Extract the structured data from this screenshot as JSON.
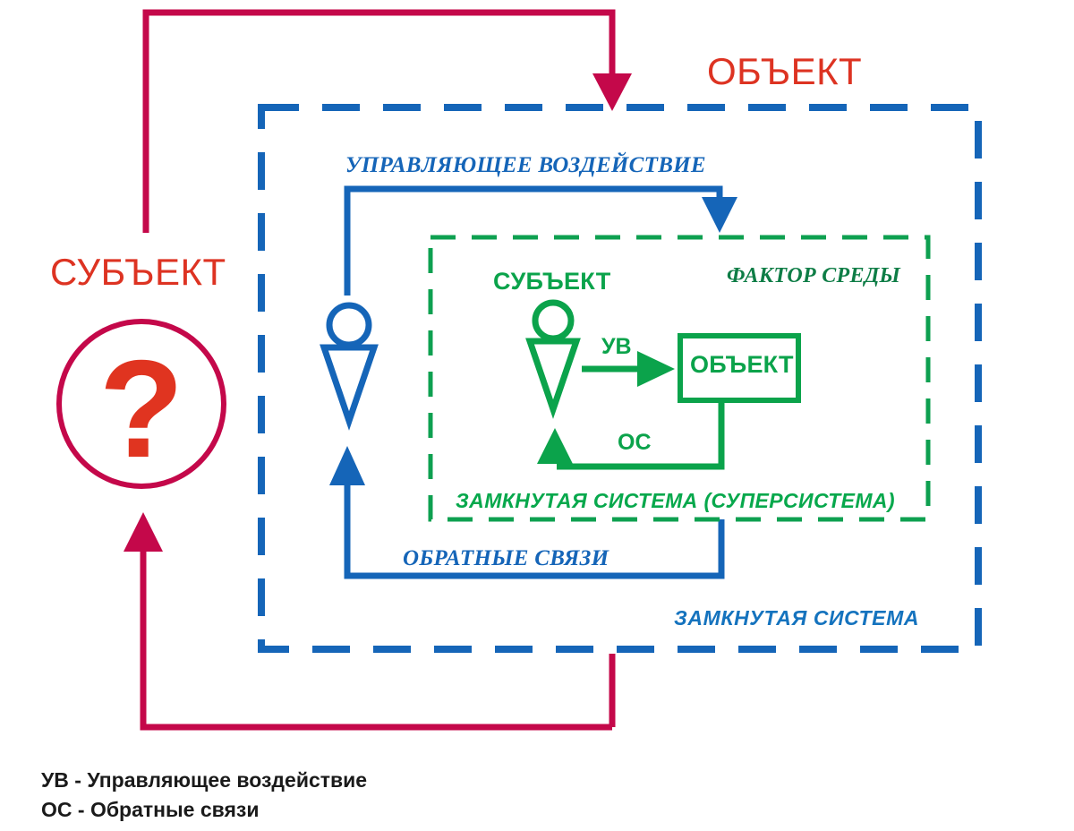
{
  "diagram": {
    "title_outer_subject": "СУБЪЕКТ",
    "title_outer_object": "ОБЪЕКТ",
    "blue_control_label": "УПРАВЛЯЮЩЕЕ ВОЗДЕЙСТВИЕ",
    "blue_feedback_label": "ОБРАТНЫЕ СВЯЗИ",
    "blue_system_label": "ЗАМКНУТАЯ СИСТЕМА",
    "green_subject_label": "СУБЪЕКТ",
    "green_factor_label": "ФАКТОР СРЕДЫ",
    "green_system_label": "ЗАМКНУТАЯ СИСТЕМА (СУПЕРСИСТЕМА)",
    "green_uv_label": "УВ",
    "green_os_label": "ОС",
    "green_object_box_label": "ОБЪЕКТ",
    "question_mark": "?"
  },
  "legend": {
    "line1": "УВ - Управляющее воздействие",
    "line2": "ОС - Обратные связи"
  },
  "colors": {
    "crimson": "#C4084A",
    "red_orange": "#DD3322",
    "blue": "#1565B8",
    "blue_light": "#1573BE",
    "green": "#0BA34B",
    "green_dark": "#0E7D46",
    "black": "#1a1a1a"
  }
}
